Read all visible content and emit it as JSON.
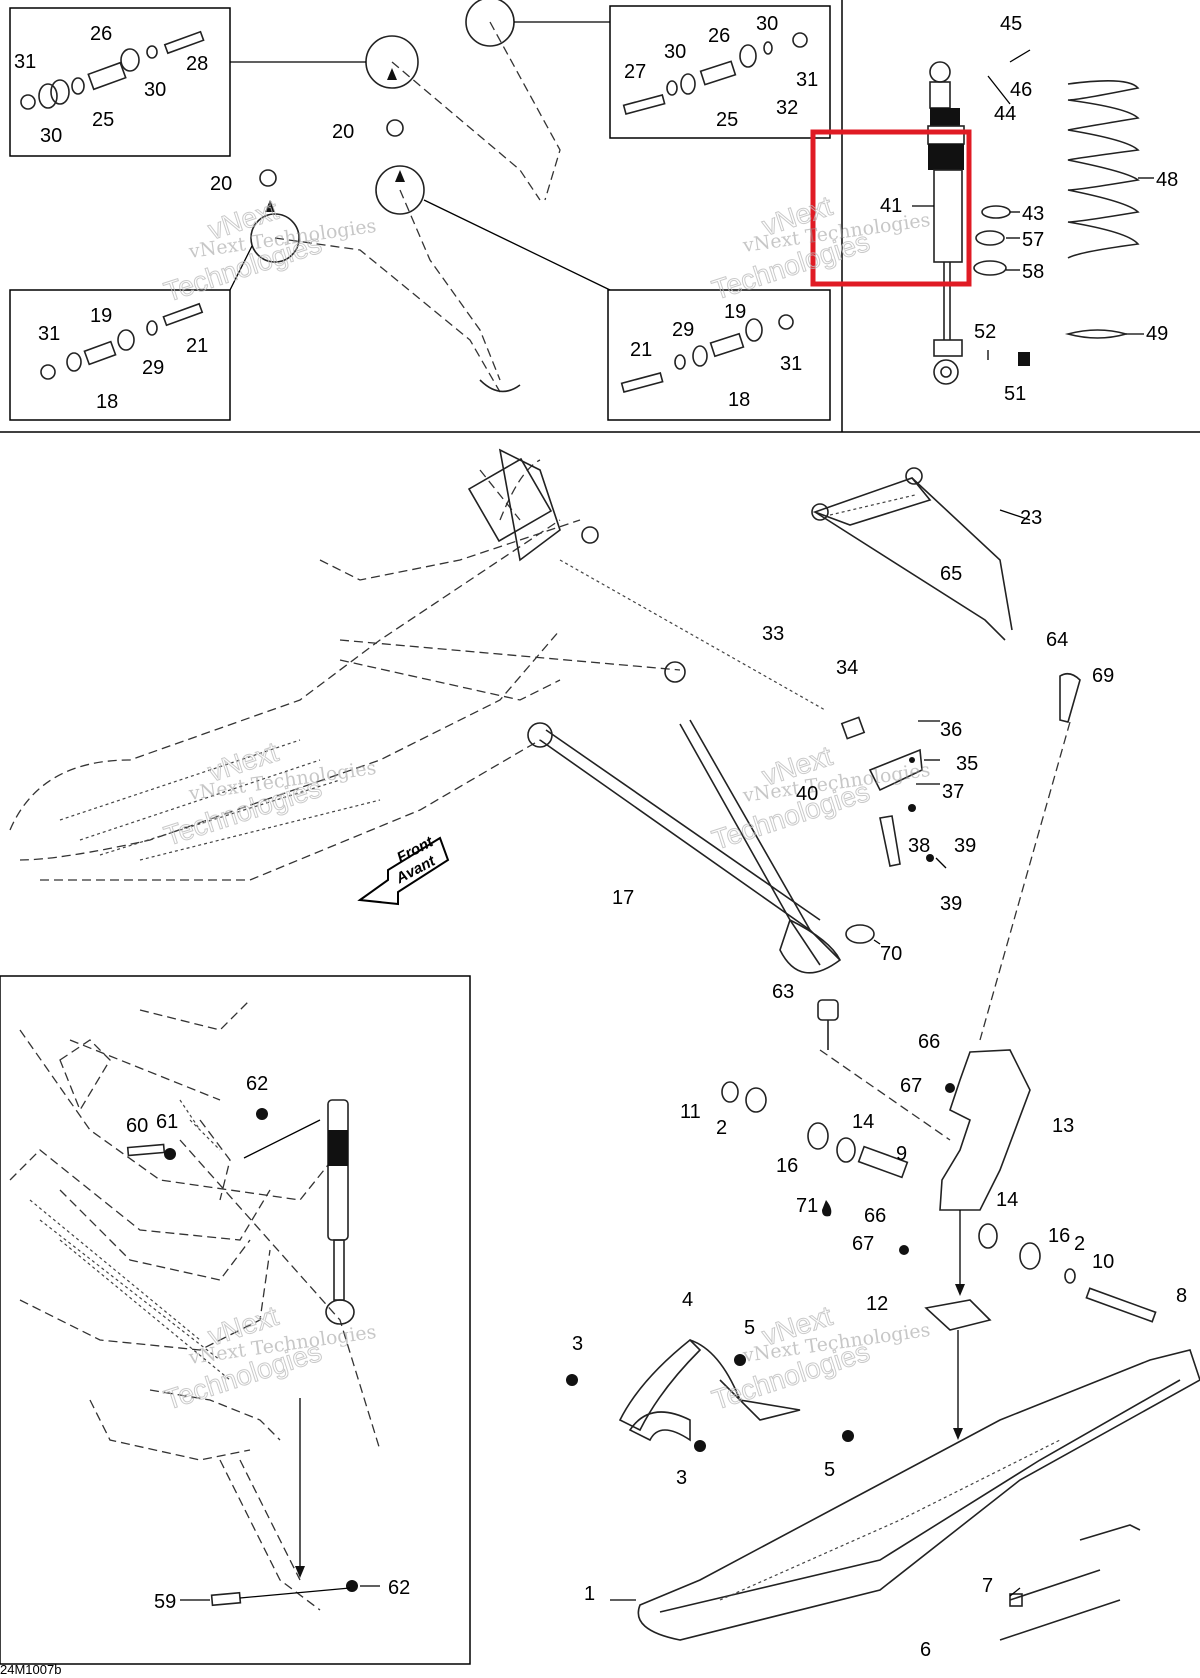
{
  "doc_ref": "24M1007b",
  "direction_label": [
    "Front",
    "Avant"
  ],
  "watermark": [
    "vNext Technologies",
    "vNext",
    "Technologies"
  ],
  "highlight": {
    "color": "#e01b24",
    "part": "41"
  },
  "callouts": {
    "tl_box": [
      "31",
      "26",
      "28",
      "30",
      "30",
      "25"
    ],
    "tr_box": [
      "27",
      "30",
      "26",
      "30",
      "31",
      "32",
      "25"
    ],
    "upper_arm": [
      "20",
      "20"
    ],
    "bl_box": [
      "31",
      "19",
      "21",
      "29",
      "18"
    ],
    "br_box": [
      "21",
      "29",
      "19",
      "31",
      "18"
    ],
    "shock": [
      "45",
      "46",
      "44",
      "48",
      "41",
      "43",
      "57",
      "58",
      "52",
      "49",
      "51"
    ],
    "arms": [
      "23",
      "65",
      "64",
      "69",
      "33",
      "34",
      "36",
      "35",
      "40",
      "37",
      "38",
      "39",
      "39",
      "17",
      "70",
      "63"
    ],
    "spindle": [
      "66",
      "67",
      "13",
      "11",
      "2",
      "14",
      "16",
      "9",
      "71",
      "14",
      "66",
      "67",
      "16",
      "2",
      "10",
      "12",
      "8"
    ],
    "ski": [
      "4",
      "5",
      "3",
      "3",
      "5",
      "1",
      "7",
      "6"
    ],
    "frame_inset": [
      "62",
      "60",
      "61",
      "59",
      "62"
    ]
  }
}
